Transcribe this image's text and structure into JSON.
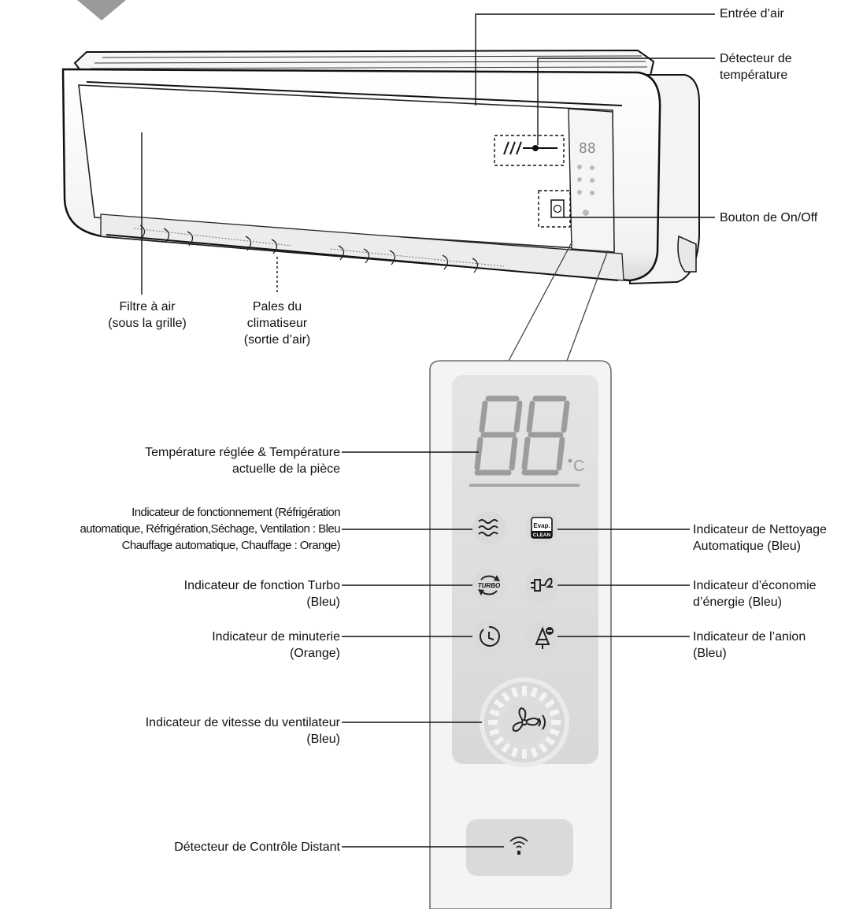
{
  "labels": {
    "air_intake": [
      "Entrée d’air"
    ],
    "temp_detector": [
      "Détecteur de",
      "température"
    ],
    "on_off_button": [
      "Bouton de On/Off"
    ],
    "air_filter": [
      "Filtre à air",
      "(sous la grille)"
    ],
    "blades": [
      "Pales du",
      "climatiseur",
      "(sortie d’air)"
    ],
    "set_temperature": [
      "Température réglée & Température",
      "actuelle de la pièce"
    ],
    "operation_indicator": [
      "Indicateur de fonctionnement (Réfrigération",
      "automatique, Réfrigération,Séchage, Ventilation : Bleu",
      "Chauffage automatique, Chauffage : Orange)"
    ],
    "turbo_indicator": [
      "Indicateur de fonction Turbo",
      "(Bleu)"
    ],
    "timer_indicator": [
      "Indicateur de minuterie",
      "(Orange)"
    ],
    "fan_speed_indicator": [
      "Indicateur de vitesse du ventilateur",
      "(Bleu)"
    ],
    "remote_sensor": [
      "Détecteur de Contrôle Distant"
    ],
    "auto_clean_indicator": [
      "Indicateur de Nettoyage",
      "Automatique (Bleu)"
    ],
    "energy_saving_indicator": [
      "Indicateur d’économie",
      "d’énergie (Bleu)"
    ],
    "anion_indicator": [
      "Indicateur de l’anion",
      "(Bleu)"
    ]
  },
  "display": {
    "digits": "88",
    "unit": "°C"
  },
  "icons": {
    "operation": "wave-icon",
    "auto_clean": "evap-clean-icon",
    "auto_clean_text_top": "Evap.",
    "auto_clean_text_bottom": "CLEAN",
    "turbo": "turbo-icon",
    "turbo_text": "TURBO",
    "energy_saving": "plug-leaf-icon",
    "timer": "clock-icon",
    "anion": "anion-tree-icon",
    "fan_speed": "fan-icon",
    "remote": "wifi-signal-icon"
  }
}
